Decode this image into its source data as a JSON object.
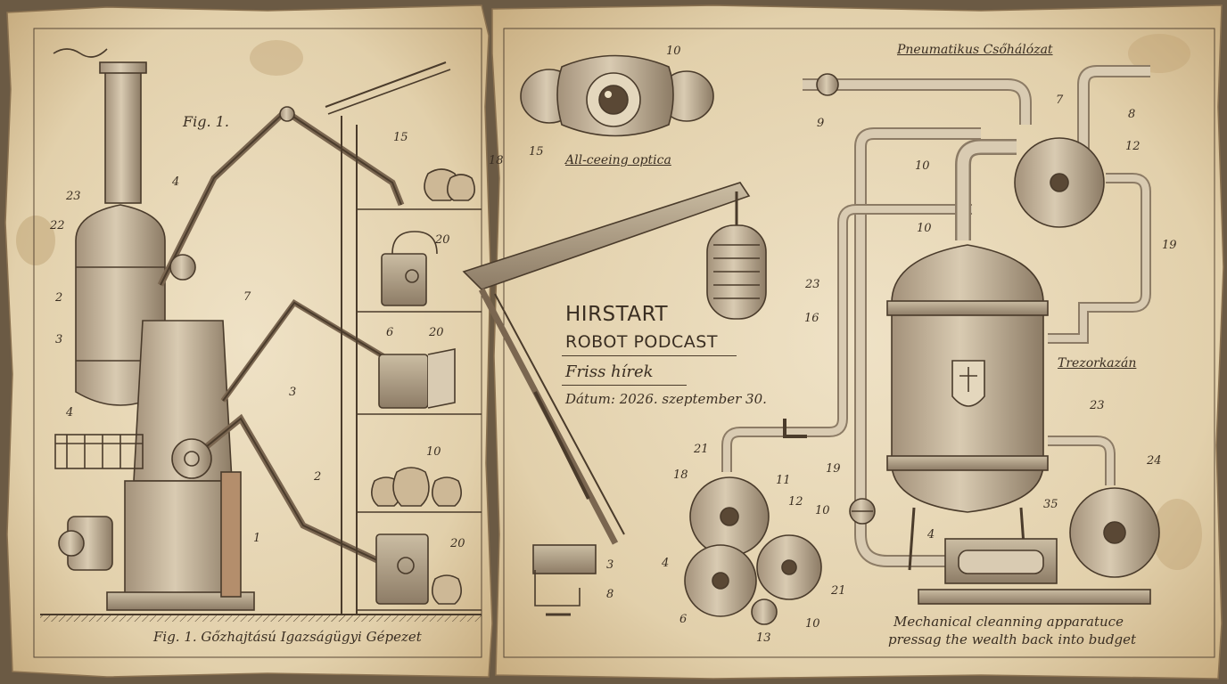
{
  "podcast": {
    "title": "HIRSTART",
    "subtitle": "ROBOT PODCAST",
    "section": "Friss hírek",
    "date_line": "Dátum: 2026. szeptember 30."
  },
  "labels": {
    "fig_label": "Fig. 1.",
    "fig_caption": "Fig. 1. Gőzhajtású Igazságügyi Gépezet",
    "optics": "All-ceeing optica",
    "network": "Pneumatikus Csőhálózat",
    "vault_boiler": "Trezorkazán",
    "cleaning_line1": "Mechanical cleanning apparatuce",
    "cleaning_line2": "pressag the wealth back into budget"
  },
  "callouts": {
    "left": [
      "23",
      "22",
      "2",
      "3",
      "4",
      "4",
      "7",
      "1",
      "3",
      "2",
      "6",
      "15",
      "18",
      "20",
      "20",
      "10",
      "20"
    ],
    "center": [
      "10",
      "15",
      "3",
      "8"
    ],
    "right": [
      "9",
      "7",
      "8",
      "12",
      "10",
      "10",
      "19",
      "23",
      "16",
      "23",
      "21",
      "18",
      "11",
      "12",
      "4",
      "6",
      "13",
      "10",
      "21",
      "19",
      "10",
      "35",
      "4",
      "24"
    ]
  }
}
